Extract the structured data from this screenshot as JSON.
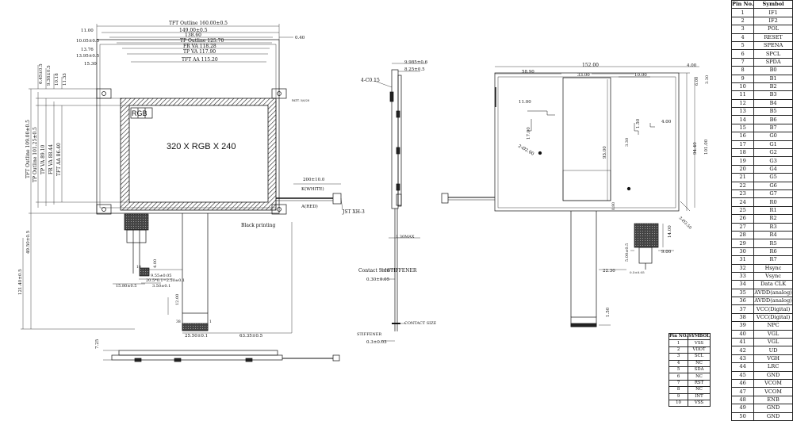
{
  "front_view": {
    "dims": {
      "tft_outline_w": "TFT Outline 160.00±0.5",
      "w_149": "149.00±0.5",
      "w_13860": "138.60",
      "tp_outline_w": "TP Outline 125.70",
      "fr_va_w": "FR VA 118.28",
      "tp_va_w": "TP VA 117.90",
      "tft_aa_w": "TFT AA 115.20",
      "left_11": "11.00",
      "left_1005": "10.05±0.5",
      "left_1376": "13.76",
      "left_1395": "13.95±0.5",
      "left_1530": "15.30",
      "right_040": "0.40",
      "top_645": "6.45±0.5",
      "top_938": "9.38±0.5",
      "top_1018": "10.18",
      "top_1133": "11.33",
      "tft_outline_h": "TFT Outline 109.00±0.5",
      "tp_outline_h": "TP Outline 101.25±0.5",
      "tp_va_h": "TP VA 89.10",
      "fr_va_h": "FR VA 88.44",
      "tft_aa_h": "TFT AA 86.40",
      "h_4950": "49.50±0.5",
      "h_12140": "121.40±0.5",
      "h_400": "4.00",
      "d_955": "9.55±0.05",
      "d_2050": "20.5*0.1=2.50±0.1",
      "d_350": "3.50±0.1",
      "d_1580": "15.80±0.5",
      "d_1200": "12.00",
      "d_2550": "25.50±0.1",
      "d_6335": "63.35±0.5",
      "d_200": "200±10.0",
      "d_725": "7.25",
      "d_10": "10",
      "d_38": "38",
      "d_1": "1"
    },
    "labels": {
      "resolution": "320 X RGB X 240",
      "rgb": "RGB",
      "k_white": "K(WHITE)",
      "a_red": "A(RED)",
      "jst": "JST XH-3",
      "black_printing": "Black printing",
      "small_tag": "PATT. 5/6/28"
    }
  },
  "side_view": {
    "dims": {
      "d_9985": "9.985±0.6",
      "d_825": "8.25±0.5",
      "chamfer": "4-C0.15",
      "d_130": "1.30MAX",
      "d_030": "0.30±0.05",
      "d_03": "0.3±0.03"
    },
    "labels": {
      "contact_side": "Contact Side",
      "stiffener_top": "STIFFENER",
      "contact_size": "CONTACT SIZE",
      "stiffener_bottom": "STIFFENER"
    }
  },
  "back_view": {
    "dims": {
      "w_152": "152.00",
      "w_400": "4.00",
      "w_5890": "58.90",
      "w_3300": "33.00",
      "w_1000": "10.00",
      "d_1100": "11.00",
      "d_1700": "17.00",
      "d_2200": "2-Ø2.00",
      "d_9300": "93.00",
      "d_150": "1.50",
      "d_400b": "4.00",
      "d_330": "3.30",
      "d_600": "6.00",
      "d_330b": "3.30",
      "d_9440": "94.40",
      "d_10100": "101.00",
      "d_080": "0.80",
      "d_500": "5.00±0.5",
      "d_900": "9.00",
      "d_1400": "14.00",
      "d_2230": "22.30",
      "d_150b": "1.50",
      "d_3f": "3-Ø3.50",
      "d_ax": "0.5±0.05"
    }
  },
  "ctp_table": {
    "headers": [
      "Pin NO.",
      "SYMBOL"
    ],
    "rows": [
      [
        "1",
        "VSS"
      ],
      [
        "2",
        "VDDT"
      ],
      [
        "3",
        "SCL"
      ],
      [
        "4",
        "NC"
      ],
      [
        "5",
        "SDA"
      ],
      [
        "6",
        "NC"
      ],
      [
        "7",
        "RST"
      ],
      [
        "8",
        "NC"
      ],
      [
        "9",
        "INT"
      ],
      [
        "10",
        "VSS"
      ]
    ]
  },
  "pin_table": {
    "headers": [
      "Pin No.",
      "Symbol"
    ],
    "rows": [
      [
        "1",
        "IF1"
      ],
      [
        "2",
        "IF2"
      ],
      [
        "3",
        "POL"
      ],
      [
        "4",
        "RESET"
      ],
      [
        "5",
        "SPENA"
      ],
      [
        "6",
        "SPCL"
      ],
      [
        "7",
        "SPDA"
      ],
      [
        "8",
        "B0"
      ],
      [
        "9",
        "B1"
      ],
      [
        "10",
        "B2"
      ],
      [
        "11",
        "B3"
      ],
      [
        "12",
        "B4"
      ],
      [
        "13",
        "B5"
      ],
      [
        "14",
        "B6"
      ],
      [
        "15",
        "B7"
      ],
      [
        "16",
        "G0"
      ],
      [
        "17",
        "G1"
      ],
      [
        "18",
        "G2"
      ],
      [
        "19",
        "G3"
      ],
      [
        "20",
        "G4"
      ],
      [
        "21",
        "G5"
      ],
      [
        "22",
        "G6"
      ],
      [
        "23",
        "G7"
      ],
      [
        "24",
        "R0"
      ],
      [
        "25",
        "R1"
      ],
      [
        "26",
        "R2"
      ],
      [
        "27",
        "R3"
      ],
      [
        "28",
        "R4"
      ],
      [
        "29",
        "R5"
      ],
      [
        "30",
        "R6"
      ],
      [
        "31",
        "R7"
      ],
      [
        "32",
        "Hsync"
      ],
      [
        "33",
        "Vsync"
      ],
      [
        "34",
        "Data CLK"
      ],
      [
        "35",
        "AVDD(analog)"
      ],
      [
        "36",
        "AVDD(analog)"
      ],
      [
        "37",
        "VCC(Digital)"
      ],
      [
        "38",
        "VCC(Digital)"
      ],
      [
        "39",
        "NPC"
      ],
      [
        "40",
        "VGL"
      ],
      [
        "41",
        "VGL"
      ],
      [
        "42",
        "UD"
      ],
      [
        "43",
        "VGH"
      ],
      [
        "44",
        "LRC"
      ],
      [
        "45",
        "GND"
      ],
      [
        "46",
        "VCOM"
      ],
      [
        "47",
        "VCOM"
      ],
      [
        "48",
        "ENB"
      ],
      [
        "49",
        "GND"
      ],
      [
        "50",
        "GND"
      ]
    ]
  }
}
